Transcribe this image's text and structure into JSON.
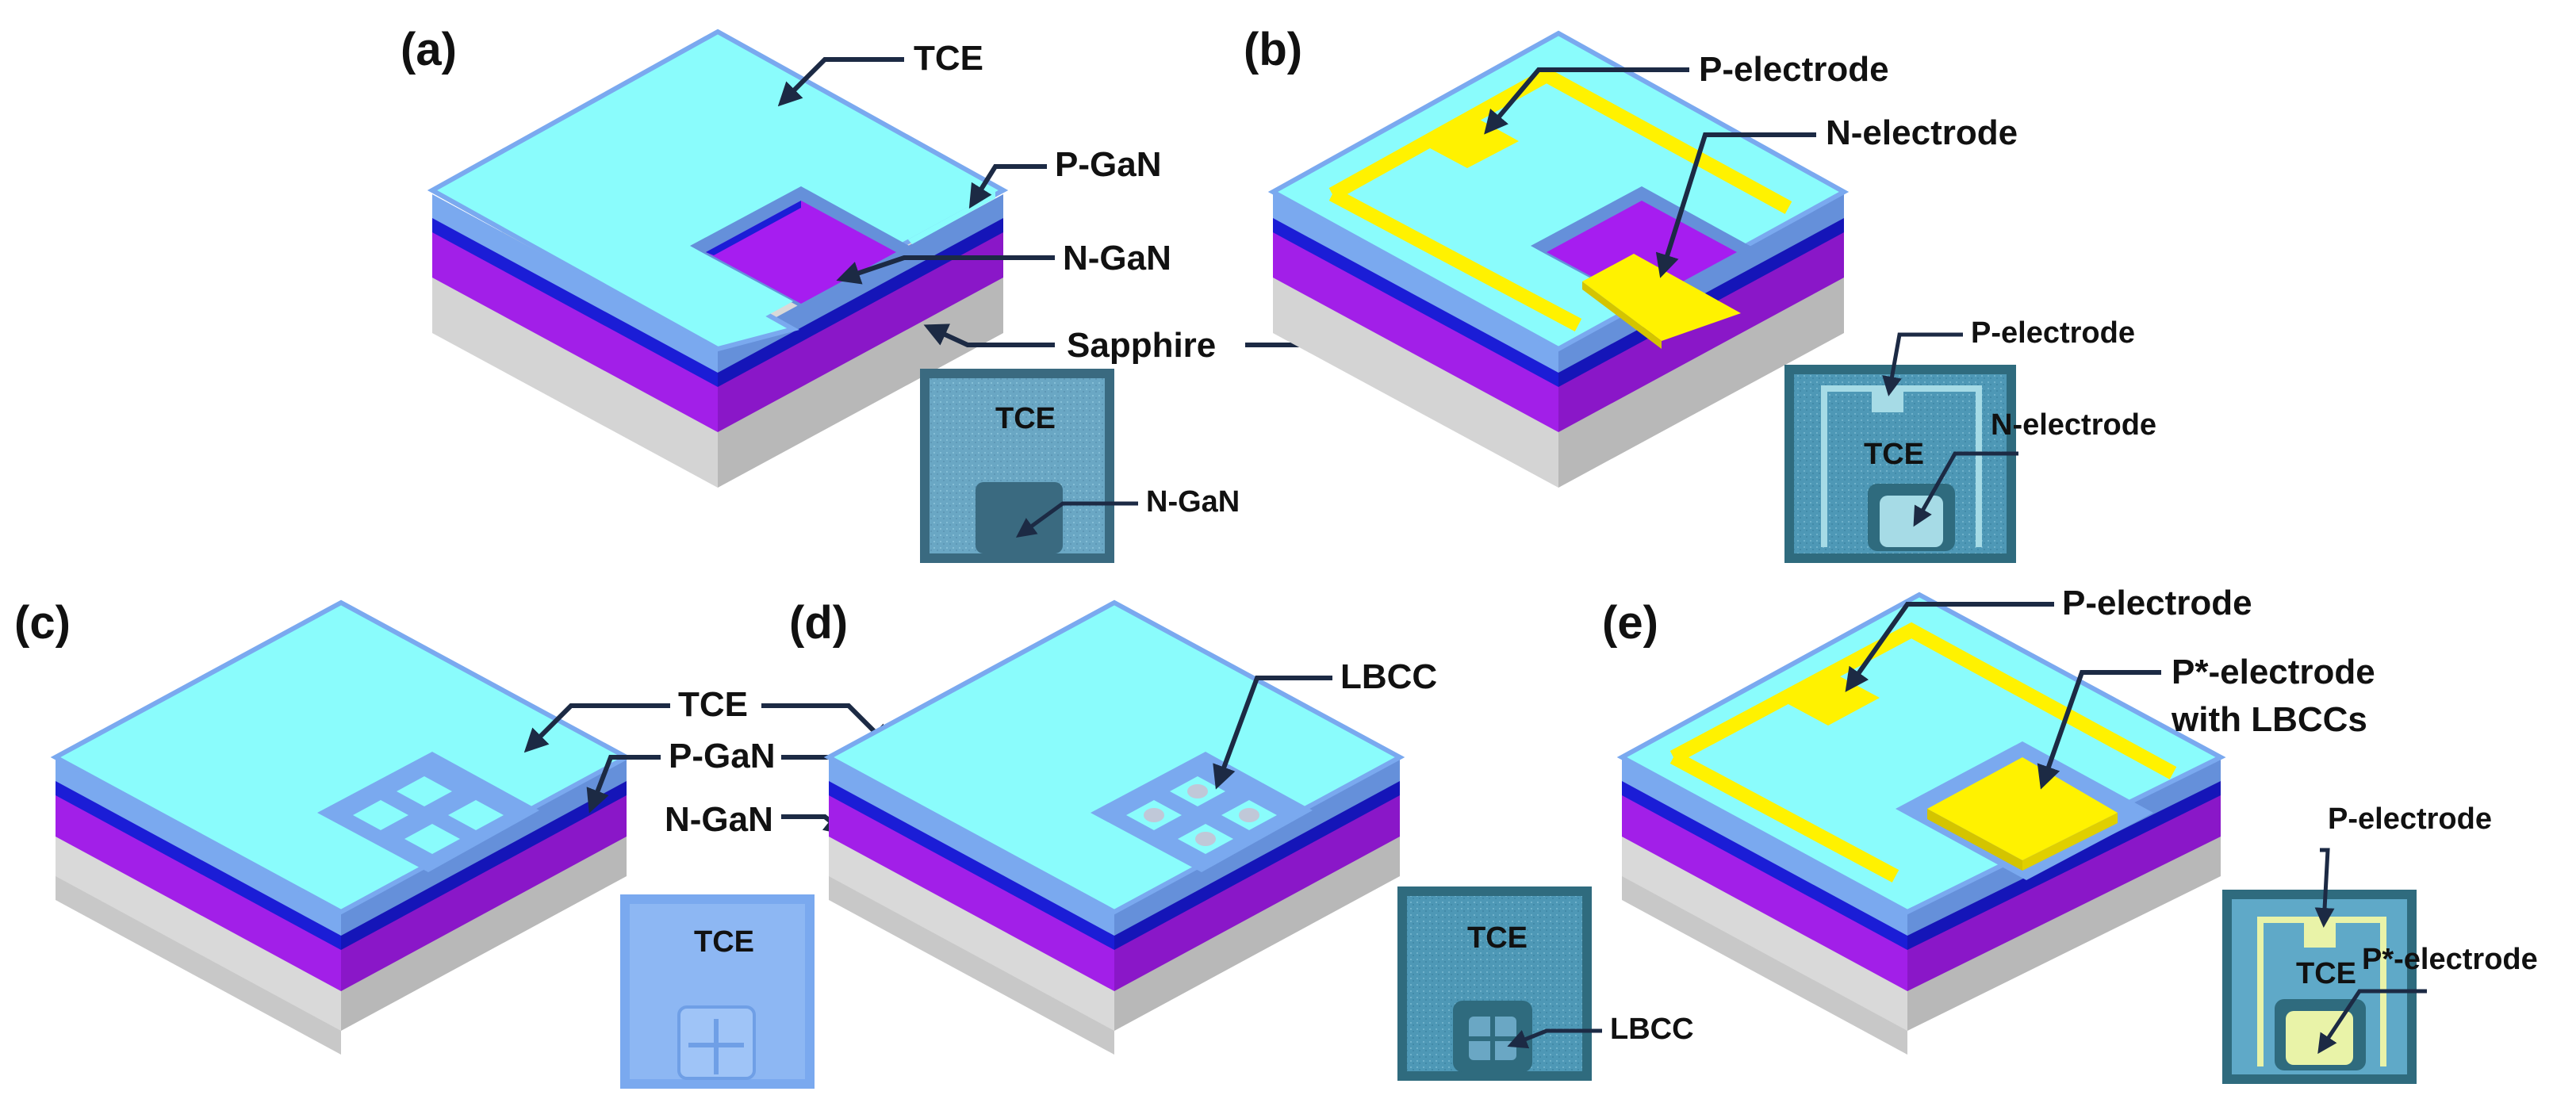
{
  "panels": {
    "a": {
      "label": "(a)",
      "tce": "TCE",
      "pgan": "P-GaN",
      "ngan": "N-GaN",
      "sapphire": "Sapphire",
      "inset_tce": "TCE",
      "inset_ngan": "N-GaN"
    },
    "b": {
      "label": "(b)",
      "p_electrode": "P-electrode",
      "n_electrode": "N-electrode",
      "inset_p": "P-electrode",
      "inset_n": "N-electrode",
      "inset_tce": "TCE"
    },
    "c": {
      "label": "(c)",
      "inset_tce": "TCE"
    },
    "d": {
      "label": "(d)",
      "lbcc": "LBCC",
      "inset_tce": "TCE",
      "inset_lbcc": "LBCC"
    },
    "e": {
      "label": "(e)",
      "p_electrode": "P-electrode",
      "pstar_line1": "P*-electrode",
      "pstar_line2": "with LBCCs",
      "inset_p": "P-electrode",
      "inset_pstar": "P*-electrode",
      "inset_tce": "TCE"
    },
    "shared_cd": {
      "tce": "TCE",
      "pgan": "P-GaN",
      "ngan": "N-GaN"
    }
  },
  "colors": {
    "tce": "#8afcfc",
    "pgan": "#7aa9ef",
    "ngan_blue": "#1d1fd0",
    "ngan_purple": "#9a1fe0",
    "sapphire": "#c8c8c8",
    "electrode": "#fff200",
    "arrow": "#1c2a44"
  }
}
